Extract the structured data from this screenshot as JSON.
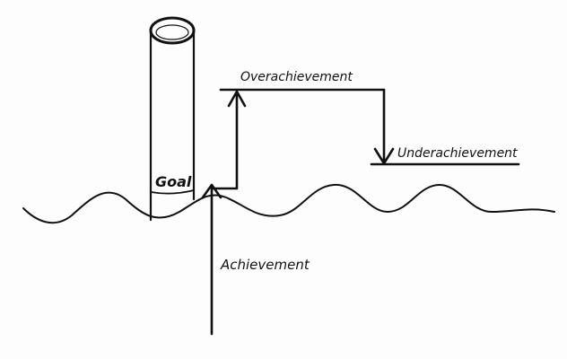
{
  "diagram": {
    "labels": {
      "goal": "Goal",
      "overachievement": "Overachievement",
      "underachievement": "Underachievement",
      "achievement": "Achievement"
    },
    "colors": {
      "ink": "#111111",
      "paper": "#fdfdfd"
    }
  }
}
